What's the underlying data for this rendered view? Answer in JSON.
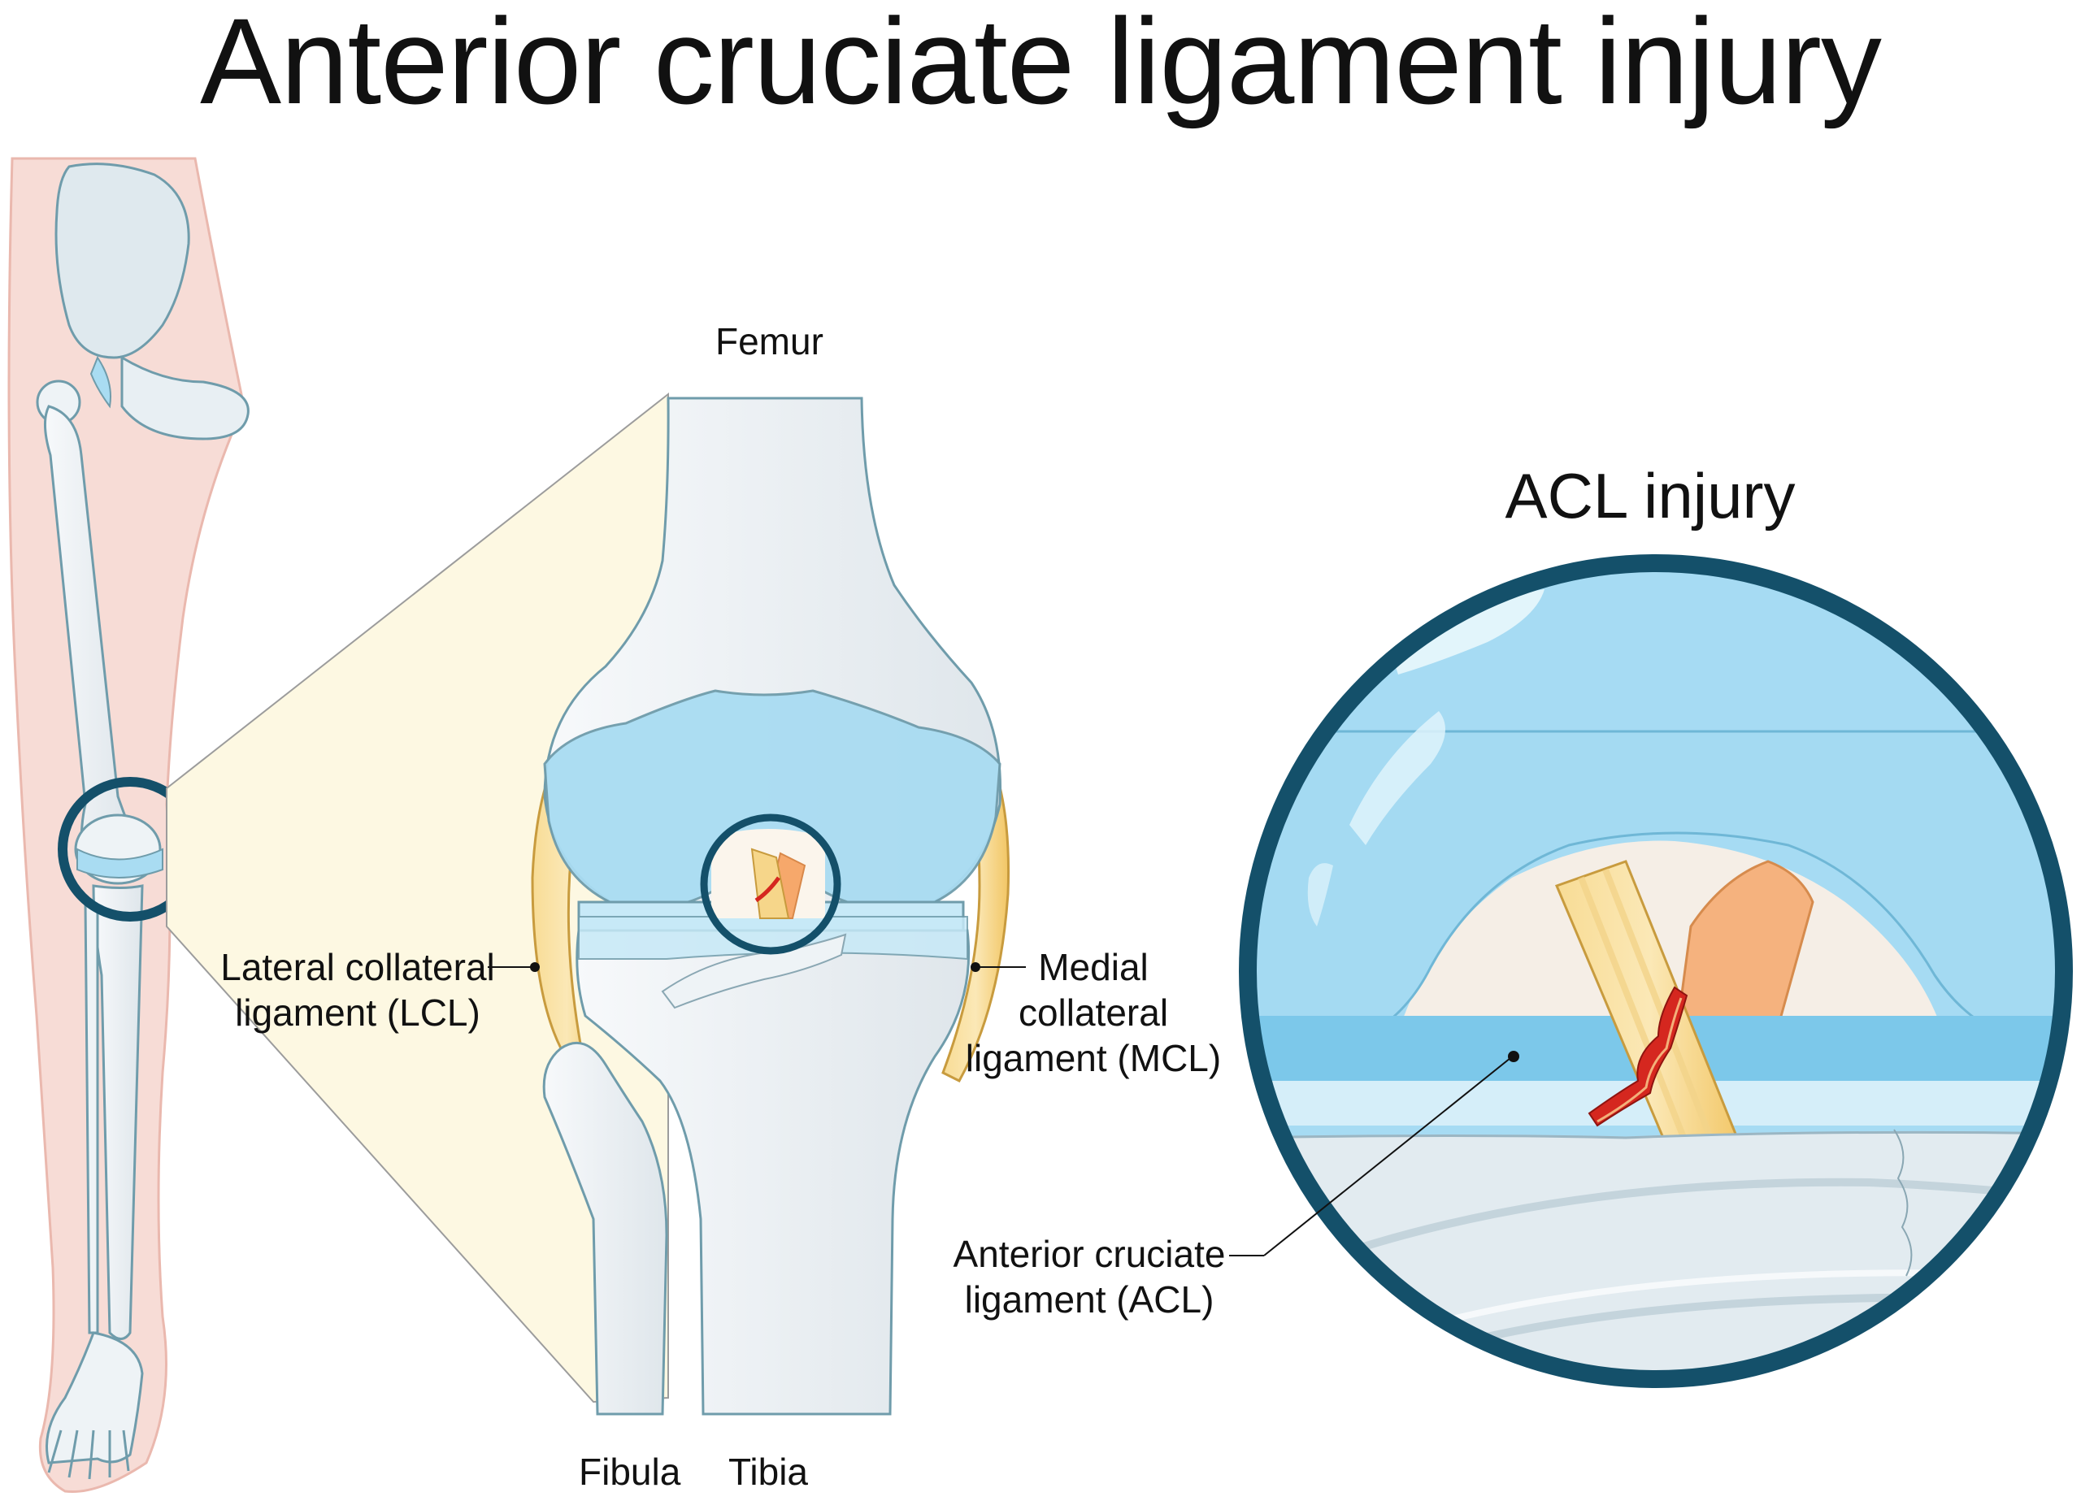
{
  "title": "Anterior cruciate ligament injury",
  "inset_title": "ACL injury",
  "labels": {
    "femur": "Femur",
    "lcl": [
      "Lateral collateral",
      "ligament (LCL)"
    ],
    "mcl": [
      "Medial",
      "collateral",
      "ligament (MCL)"
    ],
    "acl": [
      "Anterior cruciate",
      "ligament (ACL)"
    ],
    "fibula": "Fibula",
    "tibia": "Tibia"
  },
  "colors": {
    "skin": "#f7dcd6",
    "bone": "#eef3f6",
    "bone_outline": "#6f9cab",
    "cartilage": "#a9dcf2",
    "ligament": "#f5cf79",
    "tear": "#d5271f",
    "magnifier_ring": "#14506a",
    "zoom_cone": "#fdf8e2"
  }
}
